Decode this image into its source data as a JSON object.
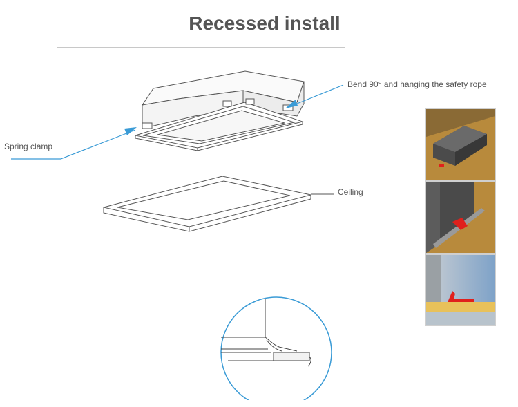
{
  "title": "Recessed install",
  "labels": {
    "spring_clamp": "Spring clamp",
    "bend": "Bend 90° and hanging the safety rope",
    "ceiling": "Ceiling"
  },
  "colors": {
    "leader_line": "#3a9bd6",
    "title_text": "#555555",
    "clip_red": "#e0201c",
    "ceiling_wood": "#b88a3c"
  }
}
